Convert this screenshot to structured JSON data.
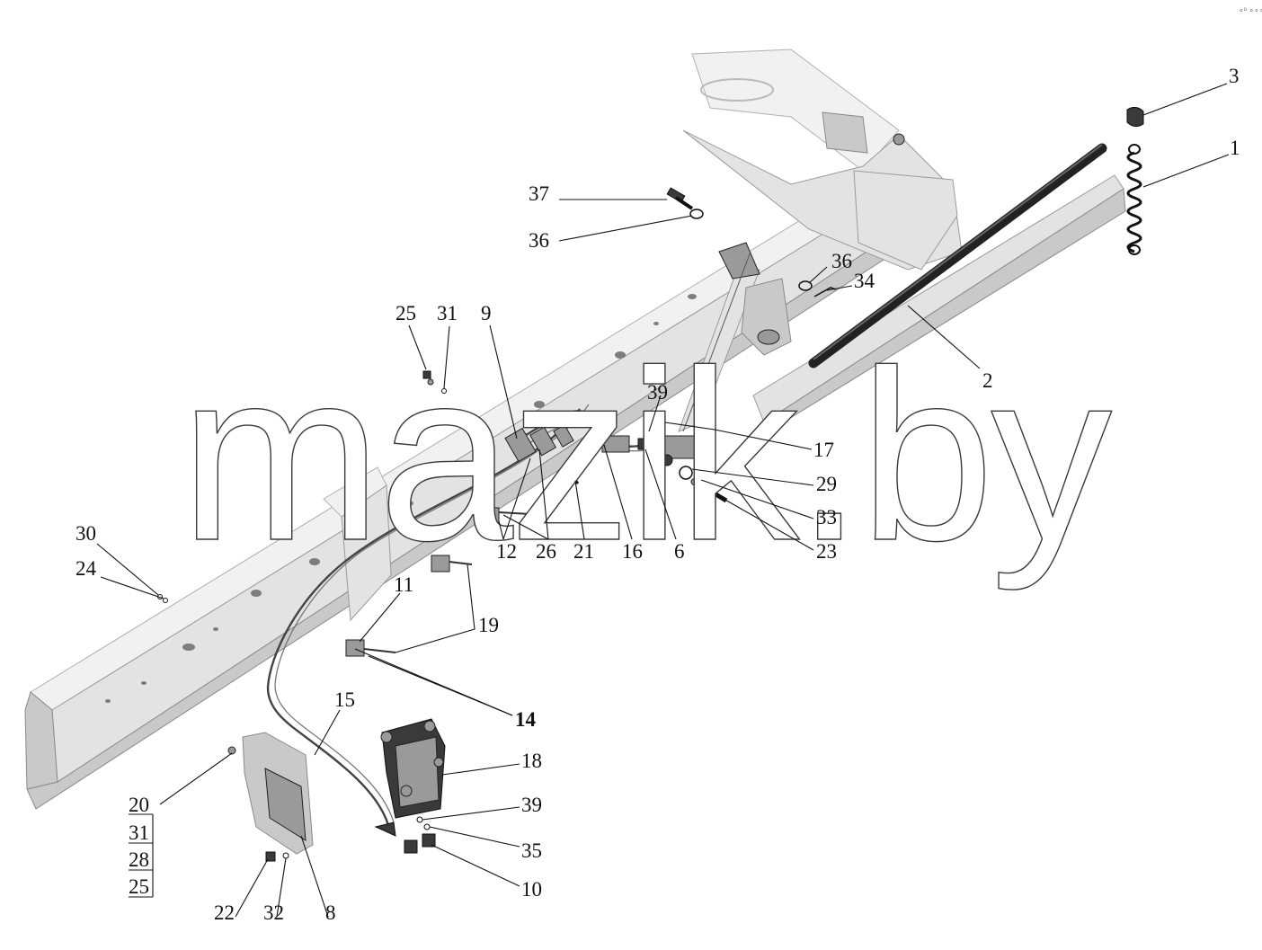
{
  "watermark": "mazik.by",
  "corner_mark": "∘ᵒ ∘∘∘",
  "colors": {
    "frame": "#e3e3e3",
    "frame_dark": "#c9c9c9",
    "part": "#3a3a3a",
    "label": "#111111",
    "background": "#ffffff"
  },
  "callouts": {
    "c1": "1",
    "c2": "2",
    "c3": "3",
    "c6": "6",
    "c8": "8",
    "c9": "9",
    "c10": "10",
    "c11": "11",
    "c12": "12",
    "c14": "14",
    "c15": "15",
    "c16": "16",
    "c17": "17",
    "c18": "18",
    "c19": "19",
    "c20": "20",
    "c21": "21",
    "c22": "22",
    "c23": "23",
    "c24": "24",
    "c25a": "25",
    "c25b": "25",
    "c26": "26",
    "c28": "28",
    "c29": "29",
    "c30": "30",
    "c31a": "31",
    "c31b": "31",
    "c32": "32",
    "c33": "33",
    "c34": "34",
    "c35": "35",
    "c36a": "36",
    "c36b": "36",
    "c37": "37",
    "c39a": "39",
    "c39b": "39"
  }
}
